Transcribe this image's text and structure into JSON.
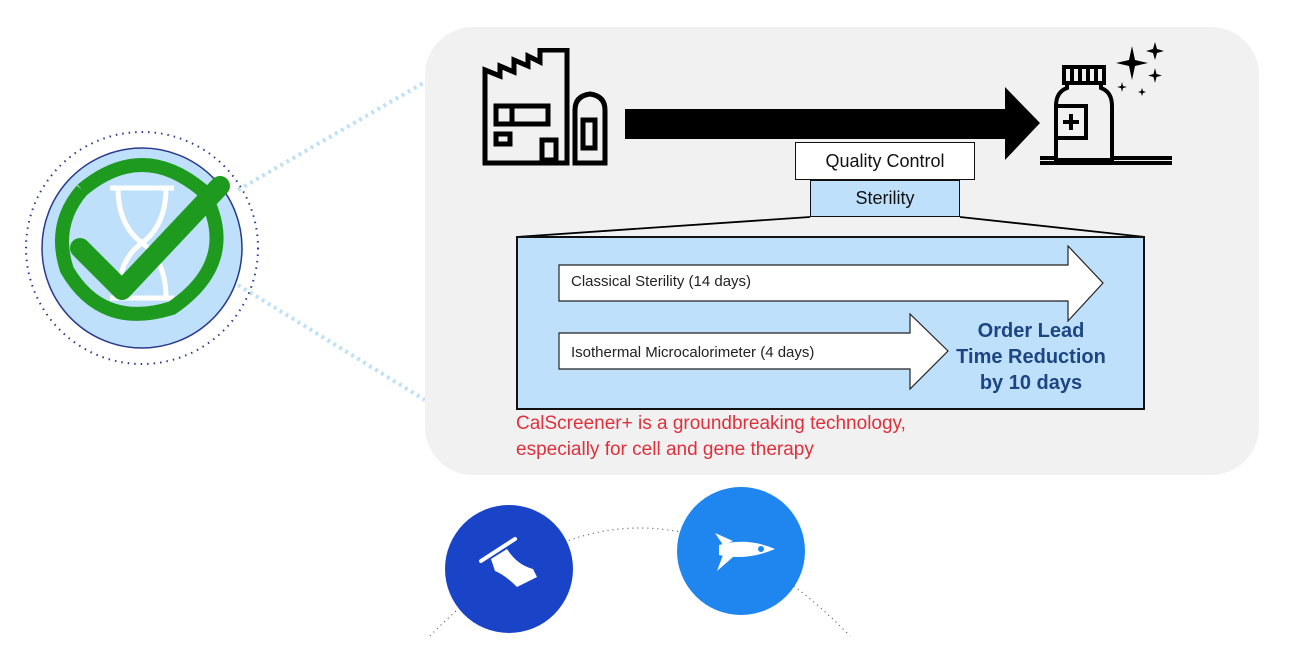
{
  "process": {
    "qc_label": "Quality Control",
    "sterility_label": "Sterility"
  },
  "comparison": {
    "classical_label": "Classical Sterility (14 days)",
    "isothermal_label": "Isothermal Microcalorimeter (4 days)",
    "reduction_lines": [
      "Order Lead",
      "Time Reduction",
      "by 10 days"
    ]
  },
  "caption": {
    "line1": "CalScreener+ is a groundbreaking technology,",
    "line2": "especially for cell and gene therapy"
  },
  "colors": {
    "panel": "#f1f1f1",
    "box_fill": "#bfe0fb",
    "reduction_text": "#1c4682",
    "caption_text": "#e0303c",
    "check_green": "#1e9a1e",
    "badge_blue": "#bfe0fb",
    "icon_dark_blue": "#1a44c8",
    "icon_light_blue": "#1f86f0"
  },
  "icons": [
    "factory-icon",
    "vial-icon",
    "sparkle-icon",
    "hourglass-check-icon",
    "flag-icon",
    "rocket-icon"
  ]
}
